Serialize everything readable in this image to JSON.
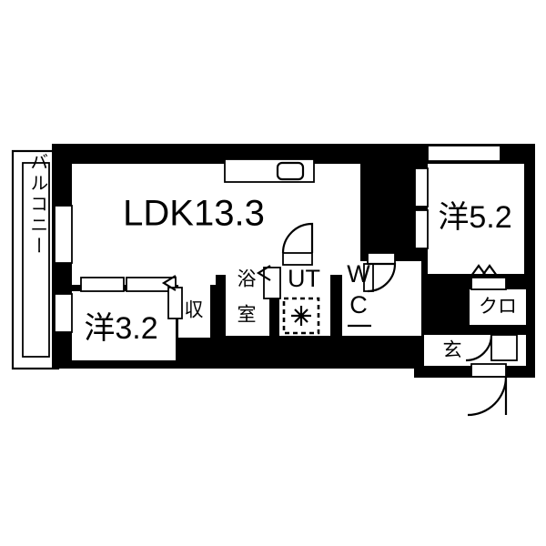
{
  "plan": {
    "type": "japanese-apartment-floor-plan",
    "background_color": "#ffffff",
    "wall_color": "#000000",
    "line_color": "#000000",
    "rooms": [
      {
        "id": "ldk",
        "label": "LDK13.3",
        "kind": "living-dining-kitchen",
        "area_tatami": 13.3
      },
      {
        "id": "yoshitsu1",
        "label": "洋5.2",
        "kind": "western-room",
        "area_tatami": 5.2
      },
      {
        "id": "yoshitsu2",
        "label": "洋3.2",
        "kind": "western-room",
        "area_tatami": 3.2
      },
      {
        "id": "bath",
        "label": "浴室",
        "kind": "bathroom"
      },
      {
        "id": "ut",
        "label": "UT",
        "kind": "utility-laundry"
      },
      {
        "id": "wc",
        "label": "WC",
        "kind": "toilet"
      },
      {
        "id": "closet",
        "label": "クロ",
        "kind": "closet"
      },
      {
        "id": "genkan",
        "label": "玄",
        "kind": "entrance"
      },
      {
        "id": "storage",
        "label": "収",
        "kind": "storage-closet"
      },
      {
        "id": "balcony",
        "label": "バルコニー",
        "kind": "balcony"
      }
    ],
    "labels": {
      "ldk": "LDK13.3",
      "room_52": "洋5.2",
      "room_32": "洋3.2",
      "bath": "浴室",
      "ut": "UT",
      "wc": "WC",
      "closet": "クロ",
      "genkan": "玄",
      "storage": "収",
      "balcony": "バルコニー"
    },
    "fixtures": [
      {
        "name": "kitchen-sink-counter",
        "room": "ldk"
      },
      {
        "name": "washing-machine-pan",
        "room": "ut"
      },
      {
        "name": "entrance-door",
        "room": "genkan"
      },
      {
        "name": "ut-door",
        "room": "ut"
      },
      {
        "name": "wc-door",
        "room": "wc"
      },
      {
        "name": "closet-door",
        "room": "closet"
      },
      {
        "name": "bath-sliding-door",
        "room": "bath"
      },
      {
        "name": "storage-sliding-door",
        "room": "storage"
      }
    ]
  }
}
